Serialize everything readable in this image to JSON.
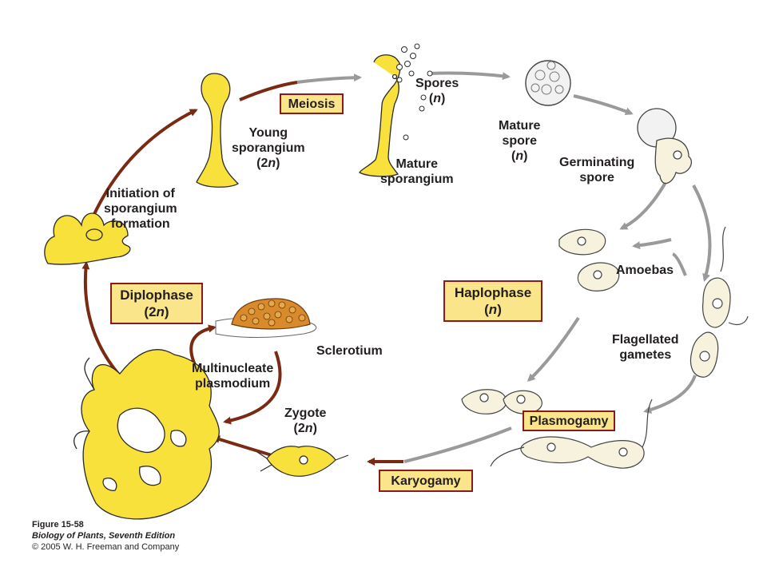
{
  "labels": {
    "young_sporangium": [
      "Young",
      "sporangium"
    ],
    "young_ploidy": {
      "open": "(2",
      "var": "n",
      "close": ")"
    },
    "mature_sporangium": [
      "Mature",
      "sporangium"
    ],
    "spores": "Spores",
    "spores_ploidy": {
      "open": "(",
      "var": "n",
      "close": ")"
    },
    "mature_spore": [
      "Mature",
      "spore"
    ],
    "mature_spore_ploidy": {
      "open": "(",
      "var": "n",
      "close": ")"
    },
    "germinating_spore": [
      "Germinating",
      "spore"
    ],
    "amoebas": "Amoebas",
    "flagellated_gametes": [
      "Flagellated",
      "gametes"
    ],
    "initiation": [
      "Initiation of",
      "sporangium",
      "formation"
    ],
    "sclerotium": "Sclerotium",
    "multinucleate_plasmodium": [
      "Multinucleate",
      "plasmodium"
    ],
    "zygote": "Zygote",
    "zygote_ploidy": {
      "open": "(2",
      "var": "n",
      "close": ")"
    }
  },
  "stages": {
    "meiosis": "Meiosis",
    "plasmogamy": "Plasmogamy",
    "karyogamy": "Karyogamy"
  },
  "phases": {
    "diplophase": {
      "title": "Diplophase",
      "open": "(2",
      "var": "n",
      "close": ")"
    },
    "haplophase": {
      "title": "Haplophase",
      "open": "(",
      "var": "n",
      "close": ")"
    }
  },
  "caption": {
    "figure": "Figure 15-58",
    "book": "Biology of Plants, Seventh Edition",
    "copyright": "© 2005 W. H. Freeman and Company"
  },
  "colors": {
    "diploid_arrow": "#7a2a12",
    "haploid_arrow": "#9a9a9a",
    "organism_fill": "#f7e13a",
    "box_fill": "#fbe58a",
    "box_border": "#8b1a1a"
  }
}
